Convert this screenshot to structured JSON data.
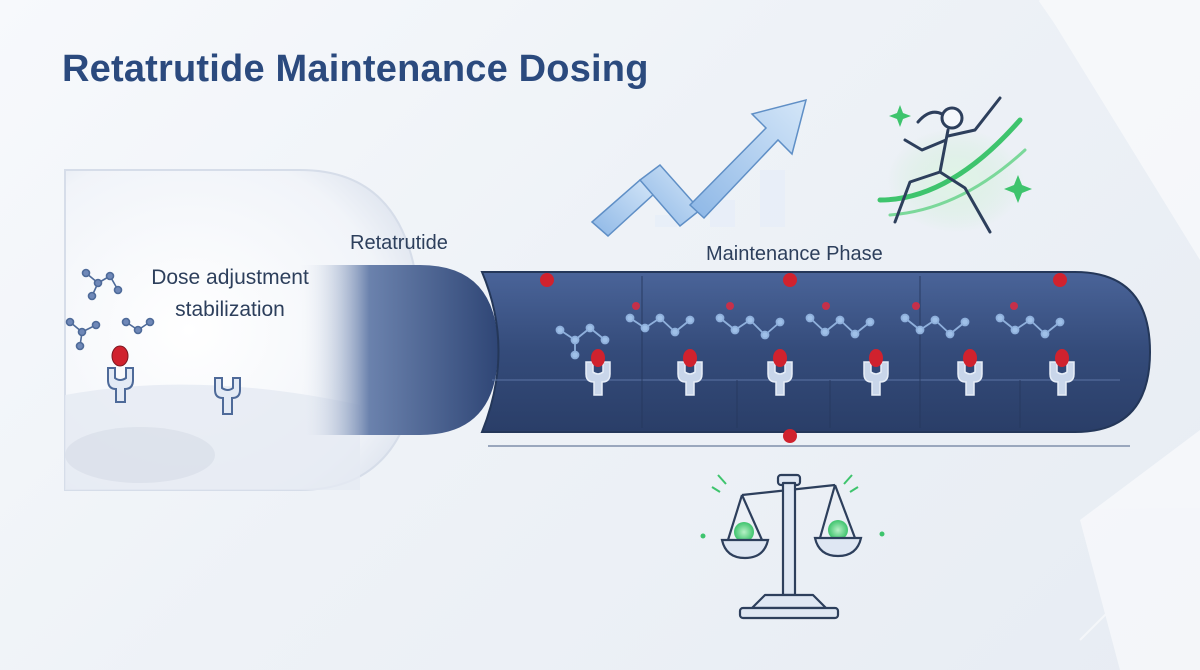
{
  "title": "Retatrutide Maintenance Dosing",
  "labels": {
    "drug": "Retatrutide",
    "phase": "Maintenance Phase",
    "dose": "Dose adjustment stabilization"
  },
  "icons": {
    "trend": "upward-trend-arrow-icon",
    "runner": "running-person-icon",
    "scale": "balance-scale-icon",
    "receptor": "receptor-icon",
    "molecule": "molecule-icon"
  },
  "colors": {
    "title": "#2b4a7e",
    "tube": "#354d7d",
    "marker": "#d0222e",
    "accent_green": "#3ec46d",
    "arrow_blue": "#9cc4ea"
  }
}
